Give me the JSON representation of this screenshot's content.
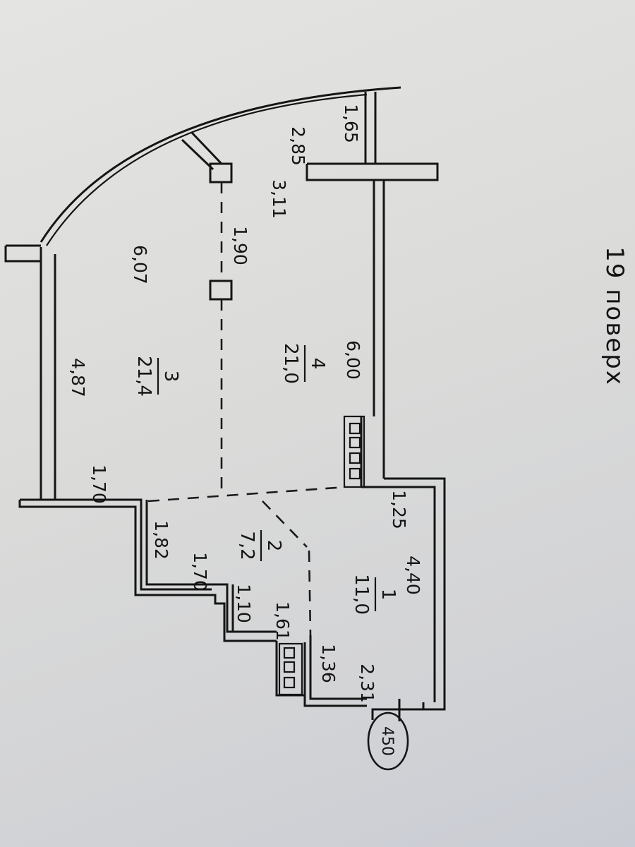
{
  "floor_label": "19 поверх",
  "section_number": "450",
  "rooms": [
    {
      "id": "1",
      "area": "11,0"
    },
    {
      "id": "2",
      "area": "7,2"
    },
    {
      "id": "3",
      "area": "21,4"
    },
    {
      "id": "4",
      "area": "21,0"
    }
  ],
  "dimensions": {
    "d_1_65": "1,65",
    "d_2_85": "2,85",
    "d_3_11": "3,11",
    "d_1_90": "1,90",
    "d_6_07": "6,07",
    "d_6_00": "6,00",
    "d_4_87": "4,87",
    "d_1_70_top": "1,70",
    "d_1_25": "1,25",
    "d_1_82": "1,82",
    "d_1_70_mid": "1,70",
    "d_4_40": "4,40",
    "d_1_10": "1,10",
    "d_1_61": "1,61",
    "d_1_36": "1,36",
    "d_2_31": "2,31"
  }
}
